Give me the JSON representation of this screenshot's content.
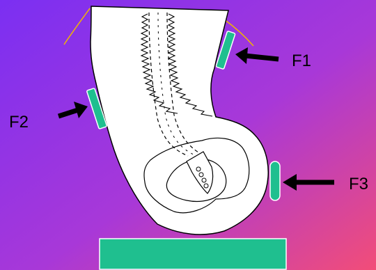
{
  "labels": {
    "f1": "F1",
    "f2": "F2",
    "f3": "F3"
  },
  "colors": {
    "gradient_start": "#7b2ff2",
    "gradient_mid": "#a838d8",
    "gradient_end": "#f24d78",
    "pad_fill": "#1fbf8f",
    "pad_stroke": "#ffffff",
    "body_fill": "#ffffff",
    "outline": "#000000",
    "guide_line": "#f2b600"
  }
}
